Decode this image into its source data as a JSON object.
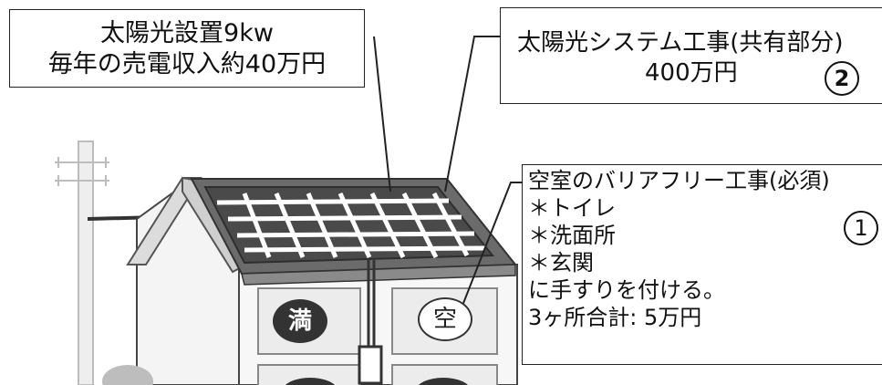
{
  "callouts": {
    "solar_install": {
      "line1": "太陽光設置9kw",
      "line2": "毎年の売電収入約40万円"
    },
    "solar_system": {
      "line1": "太陽光システム工事(共有部分)",
      "line2": "400万円",
      "badge": "2"
    },
    "barrier_free": {
      "title": "空室のバリアフリー工事(必須)",
      "items": [
        "＊トイレ",
        "＊洗面所",
        "＊玄関"
      ],
      "note": "に手すりを付ける。",
      "total": "3ヶ所合計:  5万円",
      "badge": "1"
    }
  },
  "rooms": {
    "occupied": "満",
    "vacant": "空"
  },
  "colors": {
    "roof": "#6b6b6b",
    "panel_frame": "#3a3a3a",
    "wall": "#f2f2f2",
    "outline": "#333333"
  }
}
